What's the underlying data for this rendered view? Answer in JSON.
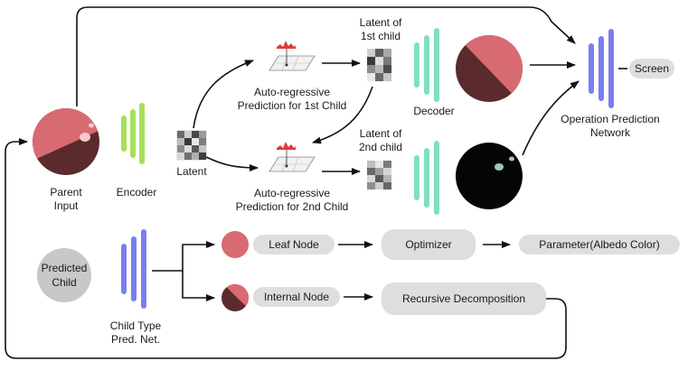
{
  "labels": {
    "parent_input": "Parent\nInput",
    "encoder": "Encoder",
    "latent": "Latent",
    "ar_first": "Auto-regressive\nPrediction for 1st Child",
    "ar_second": "Auto-regressive\nPrediction for 2nd Child",
    "latent_first": "Latent of\n1st child",
    "latent_second": "Latent of\n2nd child",
    "decoder": "Decoder",
    "op_net": "Operation Prediction\nNetwork",
    "screen": "Screen",
    "predicted_child": "Predicted\nChild",
    "child_type_net": "Child Type\nPred. Net.",
    "leaf_node": "Leaf Node",
    "internal_node": "Internal Node",
    "optimizer": "Optimizer",
    "recursive_decomposition": "Recursive Decomposition",
    "parameter": "Parameter(Albedo Color)"
  },
  "colors": {
    "encoder_bars": "#a6e05a",
    "decoder_bars": "#7fe0bd",
    "net_bars": "#7a7ef0",
    "sphere_light": "#d86a72",
    "sphere_dark": "#5a2a2c",
    "pill_bg": "#dedede",
    "predicted_child_bg": "#c8c8c8"
  }
}
